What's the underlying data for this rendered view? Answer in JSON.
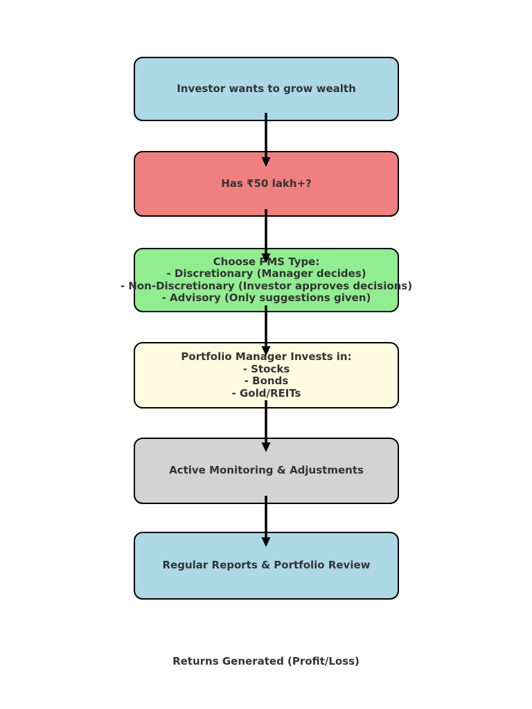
{
  "diagram": {
    "caption": "Returns Generated (Profit/Loss)",
    "colors": {
      "background": "#ffffff",
      "border": "#000000",
      "text": "#333333",
      "arrow": "#000000"
    },
    "nodes": [
      {
        "id": "investor-goal",
        "fill": "#ADD8E6",
        "lines": [
          "Investor wants to grow wealth"
        ]
      },
      {
        "id": "eligibility-check",
        "fill": "#F08080",
        "lines": [
          "Has ₹50 lakh+?"
        ]
      },
      {
        "id": "pms-type",
        "fill": "#90EE90",
        "lines": [
          "Choose PMS Type:",
          "- Discretionary (Manager decides)",
          "- Non-Discretionary (Investor approves decisions)",
          "- Advisory (Only suggestions given)"
        ]
      },
      {
        "id": "investments",
        "fill": "#FDFCE0",
        "lines": [
          "Portfolio Manager Invests in:",
          "- Stocks",
          "- Bonds",
          "- Gold/REITs"
        ]
      },
      {
        "id": "monitoring",
        "fill": "#D3D3D3",
        "lines": [
          "Active Monitoring & Adjustments"
        ]
      },
      {
        "id": "reports",
        "fill": "#ADD8E6",
        "lines": [
          "Regular Reports & Portfolio Review"
        ]
      }
    ]
  }
}
